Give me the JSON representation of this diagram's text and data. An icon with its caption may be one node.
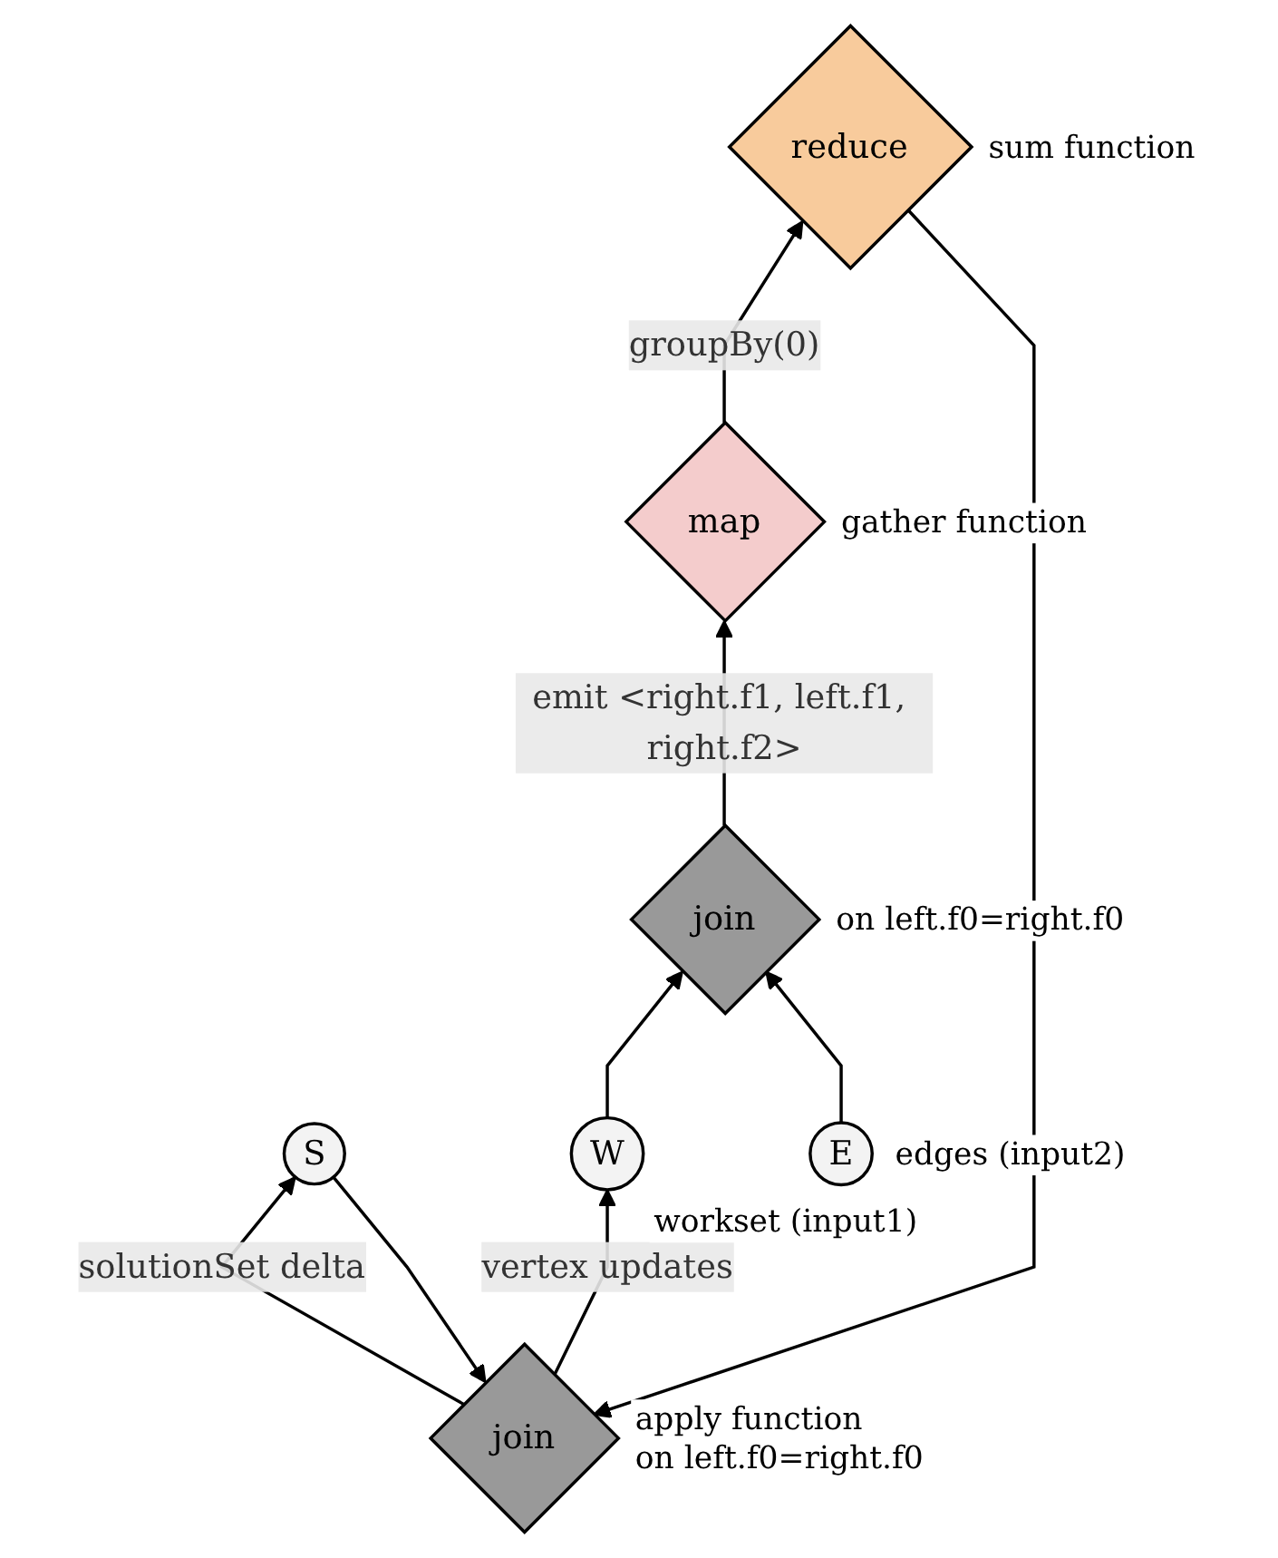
{
  "diagram": {
    "nodes": [
      {
        "text": [
          "join"
        ],
        "beside": [
          "apply function",
          "on left.f0=right.f0"
        ]
      },
      {
        "text": [
          "reduce"
        ],
        "beside": [
          "sum function"
        ]
      },
      {
        "text": [
          "map"
        ],
        "beside": [
          "gather function"
        ]
      },
      {
        "text": [
          "S"
        ]
      },
      {
        "text": [
          "join"
        ],
        "beside": [
          "on left.f0=right.f0"
        ]
      },
      {
        "text": [
          "W"
        ],
        "beside": [
          "workset (input1)"
        ]
      },
      {
        "text": [
          "E"
        ],
        "beside": [
          "edges (input2)"
        ]
      }
    ],
    "edges": [
      {
        "from": 0,
        "to": 5,
        "arrow": "to",
        "label": "vertex updates"
      },
      {
        "from": 0,
        "to": 3,
        "arrow": "to",
        "label": "solutionSet delta"
      },
      {
        "from": 3,
        "to": 0,
        "arrow": "to"
      },
      {
        "from": 1,
        "to": 0,
        "arrow": "to"
      },
      {
        "from": 2,
        "to": 1,
        "arrow": "to",
        "label": "groupBy(0)"
      },
      {
        "from": 4,
        "to": 2,
        "arrow": "to",
        "label": "emit <right.f1, left.f1, right.f2>"
      },
      {
        "from": 5,
        "to": 4,
        "arrow": "to"
      },
      {
        "from": 6,
        "to": 4,
        "arrow": "to"
      }
    ]
  }
}
